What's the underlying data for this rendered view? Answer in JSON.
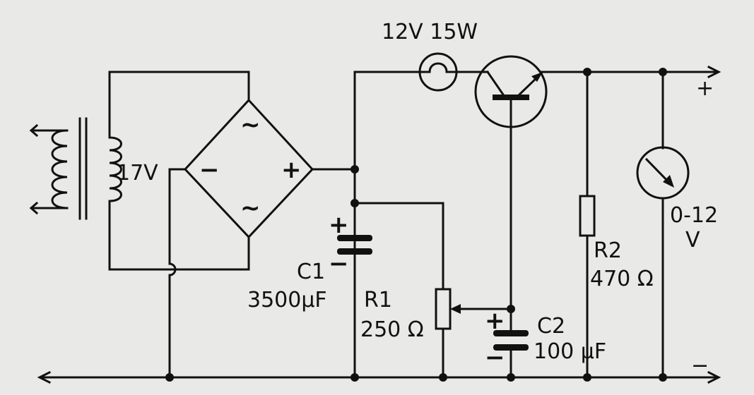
{
  "labels": {
    "lamp": "12V  15W",
    "plus_out": "+",
    "minus_out": "−",
    "transformer": "17V",
    "bridge_minus": "−",
    "bridge_plus": "+",
    "c1_plus": "+",
    "c1_minus": "−",
    "c1_name": "C1",
    "c1_value": "3500μF",
    "r1_name": "R1",
    "r1_value": "250 Ω",
    "c2_plus": "+",
    "c2_minus": "−",
    "c2_name": "C2",
    "c2_value": "100  μF",
    "r2_name": "R2",
    "r2_value": "470 Ω",
    "meter_range": "0-12",
    "meter_unit": "V"
  },
  "colors": {
    "ink": "#111111",
    "paper": "#e9e9e7"
  }
}
